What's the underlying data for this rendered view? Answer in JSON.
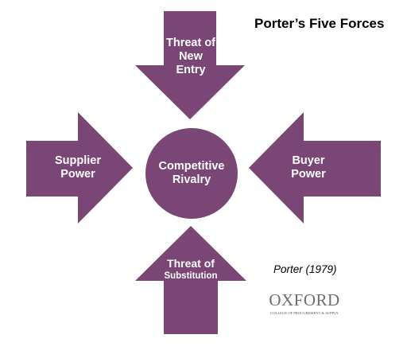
{
  "title": "Porter’s Five Forces",
  "center": {
    "label": "Competitive\nRivalry"
  },
  "forces": {
    "top": {
      "label": "Threat of\nNew\nEntry"
    },
    "left": {
      "label": "Supplier\nPower"
    },
    "right": {
      "label": "Buyer\nPower"
    },
    "bottom": {
      "line1": "Threat of",
      "line2": "Substitution"
    }
  },
  "citation": "Porter (1979)",
  "logo": {
    "word": "OXFORD",
    "subtitle": "COLLEGE OF PROCUREMENT & SUPPLY"
  },
  "colors": {
    "shape_fill": "#7a4676",
    "text_on_shape": "#ffffff",
    "text_dark": "#000000",
    "logo_grey": "#6f6f6f"
  }
}
